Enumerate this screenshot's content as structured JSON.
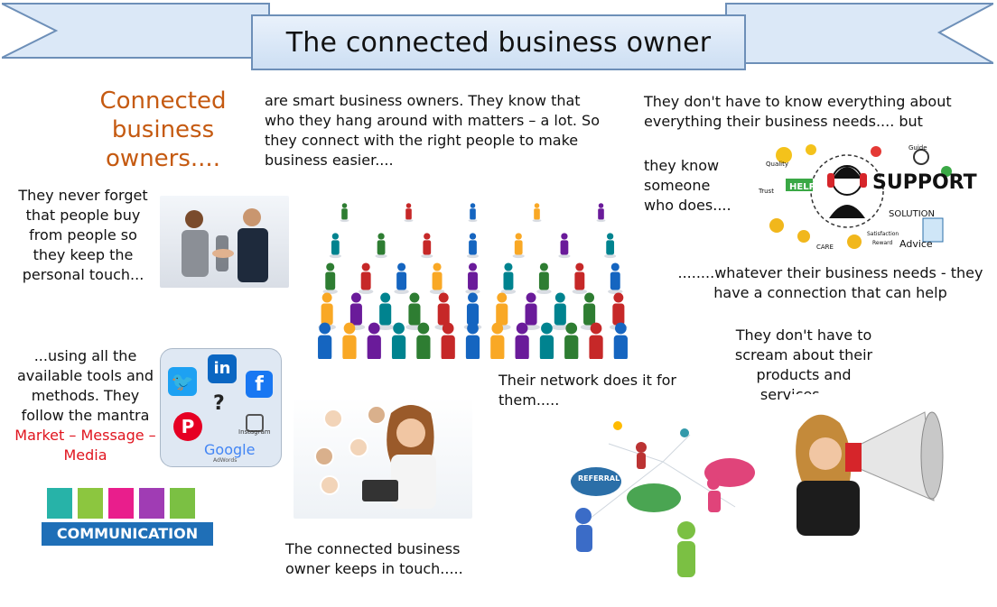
{
  "banner": {
    "title": "The connected business owner"
  },
  "intro": {
    "heading": "Connected business owners....",
    "body": "are smart business owners. They know that who they hang around with matters – a lot. So they connect with the right people to make business easier...."
  },
  "personal": {
    "text": "They never forget that people buy from people so they keep the personal touch..."
  },
  "support": {
    "text_top": "They don't have to know everything about everything their business needs.... but",
    "text_left": "they know someone who does....",
    "help_sign": "HELP",
    "support_word": "SUPPORT",
    "solution_word": "SOLUTION",
    "advice_word": "Advice",
    "care_word": "CARE",
    "quality_word": "Quality",
    "trust_word": "Trust",
    "guide_word": "Guide",
    "satisfaction_word": "Satisfaction",
    "reward_word": "Reward"
  },
  "whatever": {
    "text": "........whatever their business needs - they have a connection that can help"
  },
  "tools": {
    "text_before": "...using all the available tools and methods. They follow the mantra ",
    "mantra": "Market – Message – Media",
    "google": "Google",
    "adwords": "AdWords",
    "instagram": "Instagram",
    "question": "?"
  },
  "communication": {
    "label": "COMMUNICATION"
  },
  "keeps_touch": {
    "text": "The connected business owner keeps in touch....."
  },
  "network": {
    "text": "Their network does it for them.....",
    "bubble": "REFERRAL"
  },
  "scream": {
    "text": "They don't have to scream about their products and services......"
  },
  "colors": {
    "banner_border": "#6d8fb8",
    "banner_fill": "#dbe8f7",
    "heading_orange": "#c55a11",
    "mantra_red": "#e0141e",
    "comm_blue": "#1f6fb7"
  }
}
